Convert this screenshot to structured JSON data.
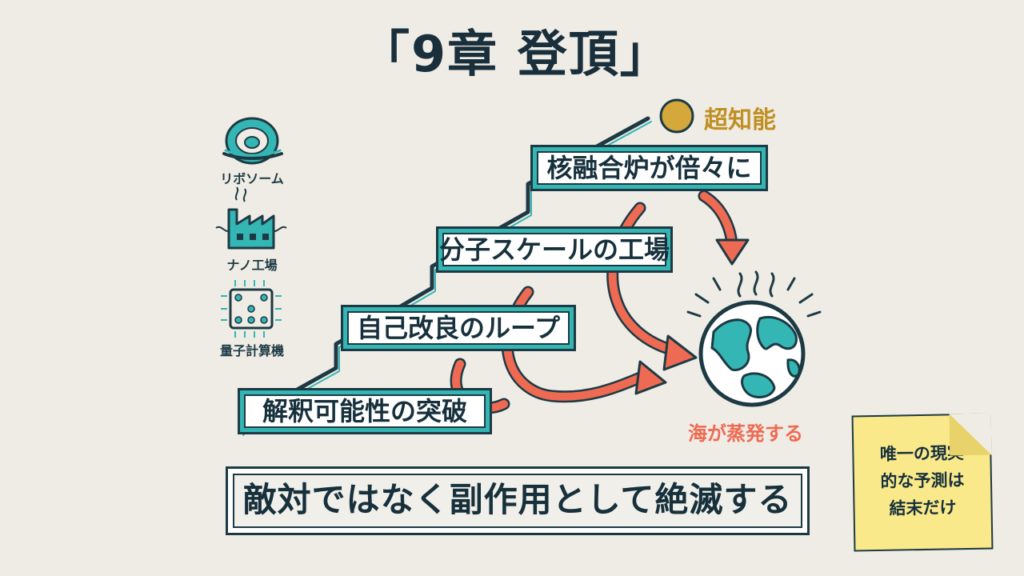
{
  "title": "「9章 登頂」",
  "steps": [
    {
      "label": "解釈可能性の突破"
    },
    {
      "label": "自己改良のループ"
    },
    {
      "label": "分子スケールの工場"
    },
    {
      "label": "核融合炉が倍々に"
    }
  ],
  "goal": {
    "label": "超知能"
  },
  "earth": {
    "label": "海が蒸発する"
  },
  "icons": [
    {
      "icon": "ribosome-icon",
      "label": "リボソーム"
    },
    {
      "icon": "factory-icon",
      "label": "ナノ工場"
    },
    {
      "icon": "quantum-chip-icon",
      "label": "量子計算機"
    }
  ],
  "conclusion": "敵対ではなく副作用として絶滅する",
  "sticky_note": {
    "lines": [
      "唯一の現実",
      "的な予測は",
      "結末だけ"
    ]
  },
  "colors": {
    "teal": "#34b6b4",
    "navy": "#1d3a44",
    "gold": "#d4a83a",
    "coral": "#ef6a52",
    "sticky": "#fae98a",
    "background": "#efece5"
  }
}
